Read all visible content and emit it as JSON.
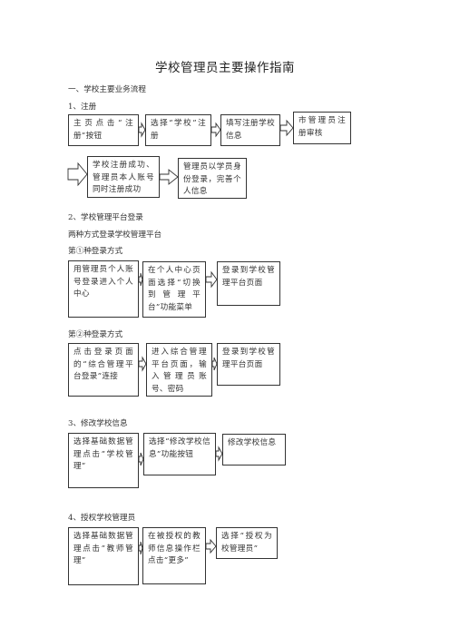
{
  "title": "学校管理员主要操作指南",
  "s1": {
    "heading": "一、学校主要业务流程",
    "sub": "1、注册",
    "row1": [
      "主页点击“注册”按钮",
      "选择“学校”注册",
      "填写注册学校信息",
      "市管理员注册审核"
    ],
    "row2": [
      "学校注册成功、管理员本人账号同时注册成功",
      "管理员以学员身份登录，完善个人信息"
    ]
  },
  "s2": {
    "heading": "2、学校管理平台登录",
    "intro": "两种方式登录学校管理平台",
    "m1_label": "第①种登录方式",
    "m1": [
      "用管理员个人账号登录进入个人中心",
      "在个人中心页面选择“切换到管理平台”功能菜单",
      "登录到学校管理平台页面"
    ],
    "m2_label": "第②种登录方式",
    "m2": [
      "点击登录页面的“综合管理平台登录”连接",
      "进入综合管理平台页面，输入管理员账号、密码",
      "登录到学校管理平台页面"
    ]
  },
  "s3": {
    "heading": "3、修改学校信息",
    "steps": [
      "选择基础数据管理点击”学校管理”",
      "选择“修改学校信息”功能按钮",
      "修改学校信息"
    ]
  },
  "s4": {
    "heading": "4、授权学校管理员",
    "steps": [
      "选择基础数据管理点击”教师管理”",
      "在被授权的教师信息操作栏点击“更多”",
      "选择“授权为校管理员”"
    ]
  }
}
